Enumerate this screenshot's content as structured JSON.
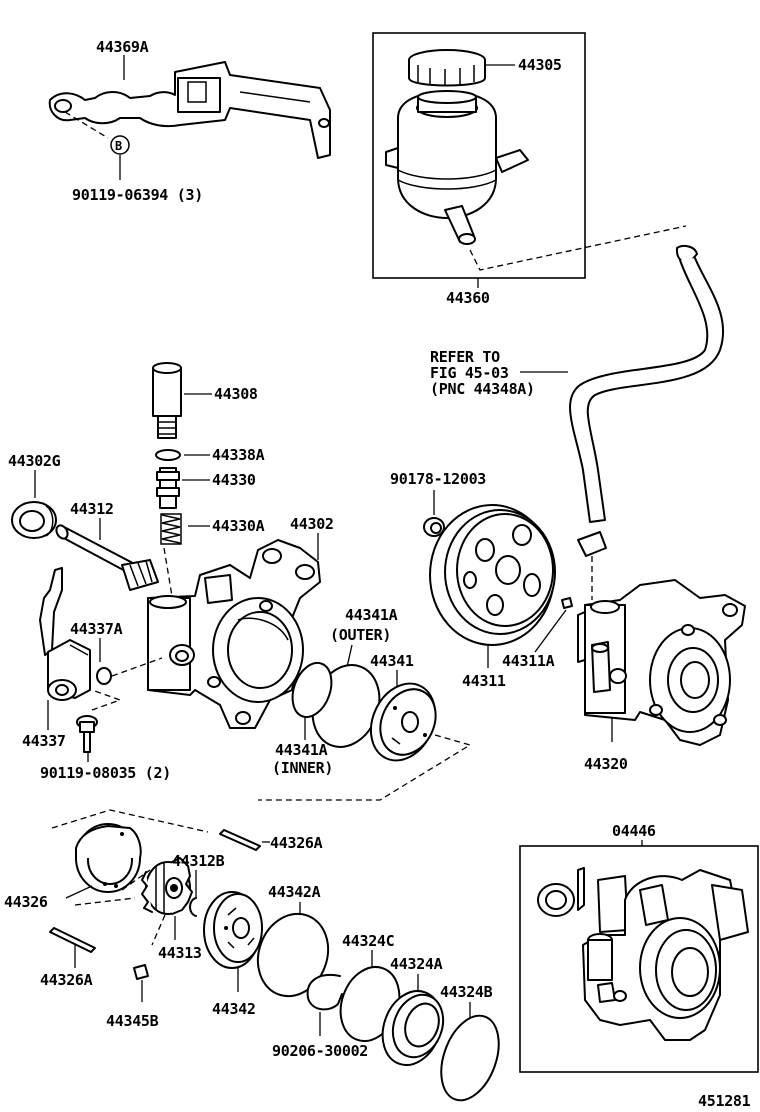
{
  "labels": {
    "p44369A": "44369A",
    "p90119_06394": "90119-06394 (3)",
    "markerB": "B",
    "p44305": "44305",
    "p44360": "44360",
    "refer1": "REFER TO",
    "refer2": "FIG 45-03",
    "refer3": "(PNC 44348A)",
    "p44308": "44308",
    "p44338A": "44338A",
    "p44330": "44330",
    "p44330A": "44330A",
    "p44302G": "44302G",
    "p44312": "44312",
    "p44302": "44302",
    "p90178_12003": "90178-12003",
    "p44341A_outer": "44341A",
    "outer": "(OUTER)",
    "p44341": "44341",
    "p44337A": "44337A",
    "p44311A": "44311A",
    "p44311": "44311",
    "p44341A_inner": "44341A",
    "inner": "(INNER)",
    "p44337": "44337",
    "p90119_08035": "90119-08035 (2)",
    "p44320": "44320",
    "p04446": "04446",
    "p44326A_top": "44326A",
    "p44312B": "44312B",
    "p44326": "44326",
    "p44342A": "44342A",
    "p44313": "44313",
    "p44324C": "44324C",
    "p44324A": "44324A",
    "p44326A_bottom": "44326A",
    "p44324B": "44324B",
    "p44342": "44342",
    "p44345B": "44345B",
    "p90206_30002": "90206-30002",
    "figure_number": "451281"
  }
}
